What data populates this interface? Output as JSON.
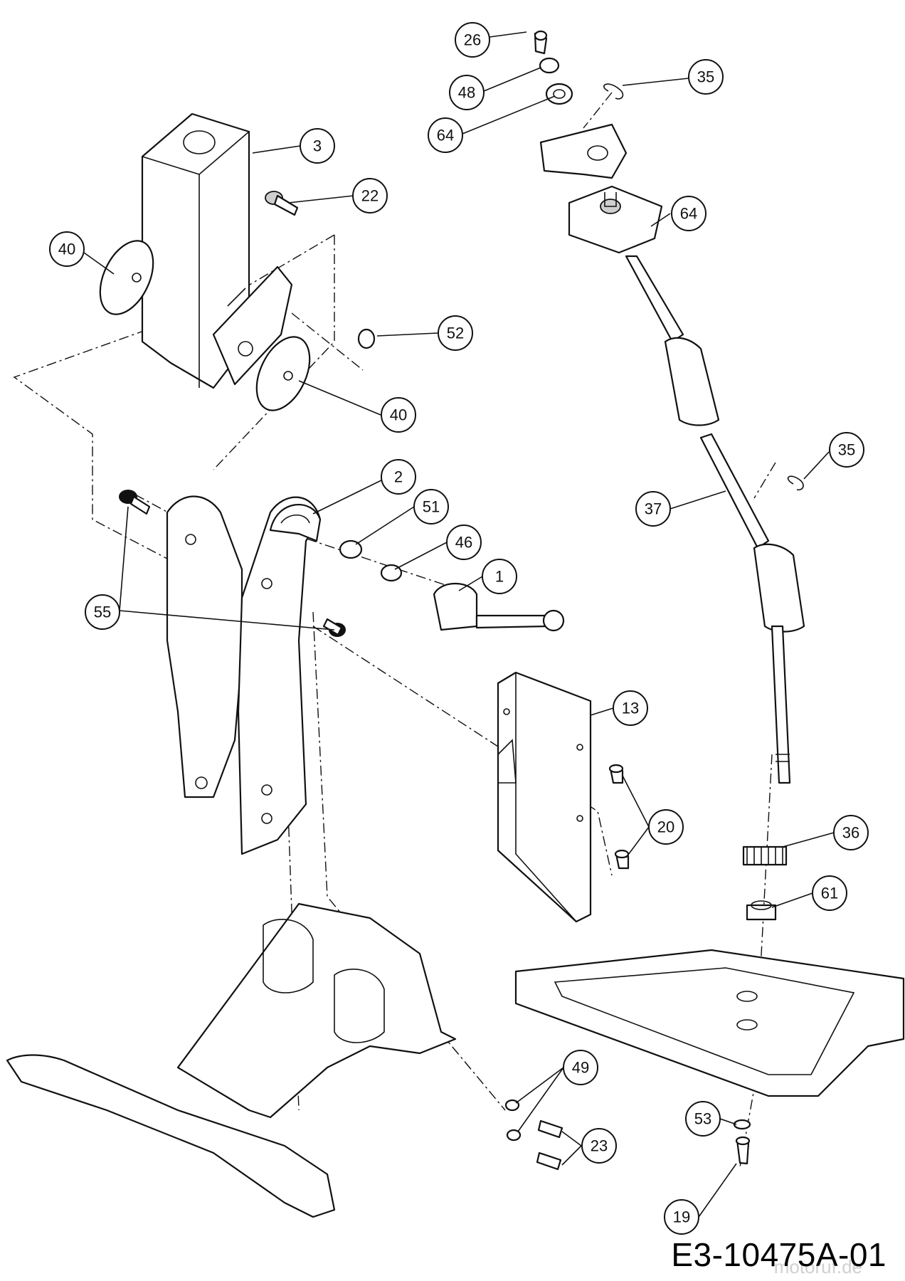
{
  "drawing_code": "E3-10475A-01",
  "watermark": "motoruf.de",
  "callouts": {
    "c26": "26",
    "c48": "48",
    "c64a": "64",
    "c35a": "35",
    "c3": "3",
    "c22": "22",
    "c64b": "64",
    "c40a": "40",
    "c52": "52",
    "c40b": "40",
    "c2": "2",
    "c35b": "35",
    "c51": "51",
    "c37": "37",
    "c46": "46",
    "c1": "1",
    "c55": "55",
    "c13": "13",
    "c20": "20",
    "c36": "36",
    "c61": "61",
    "c49": "49",
    "c53": "53",
    "c23": "23",
    "c19": "19"
  }
}
